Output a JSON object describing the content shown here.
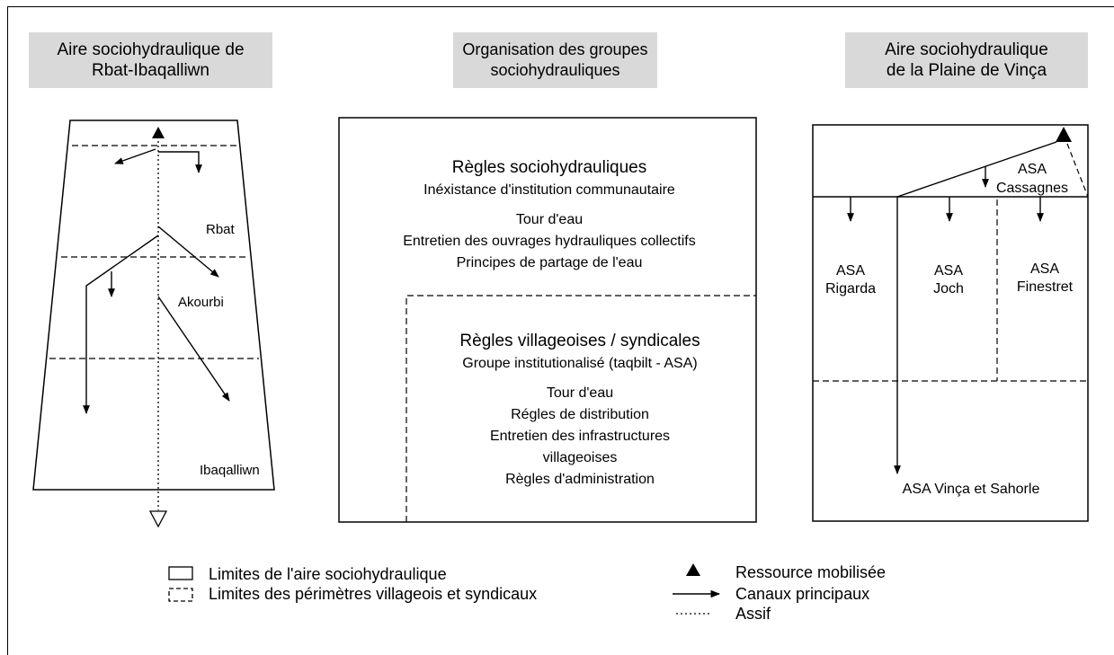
{
  "headers": {
    "left": [
      "Aire sociohydraulique de",
      "Rbat-Ibaqalliwn"
    ],
    "center": [
      "Organisation des groupes",
      "sociohydrauliques"
    ],
    "right": [
      "Aire sociohydraulique",
      "de la Plaine de Vinça"
    ]
  },
  "left_panel": {
    "labels": {
      "rbat": "Rbat",
      "akourbi": "Akourbi",
      "ibaqalliwn": "Ibaqalliwn"
    }
  },
  "center_panel": {
    "outer": {
      "title": "Règles sociohydrauliques",
      "subtitle": "Inéxistance d'institution communautaire",
      "items": [
        "Tour d'eau",
        "Entretien des ouvrages hydrauliques collectifs",
        "Principes de partage de l'eau"
      ]
    },
    "inner": {
      "title": "Règles villageoises / syndicales",
      "subtitle": "Groupe institutionalisé (taqbilt - ASA)",
      "items": [
        "Tour d'eau",
        "Régles de distribution",
        "Entretien des infrastructures",
        "villageoises",
        "Règles d'administration"
      ]
    }
  },
  "right_panel": {
    "cassagnes": [
      "ASA",
      "Cassagnes"
    ],
    "rigarda": [
      "ASA",
      "Rigarda"
    ],
    "joch": [
      "ASA",
      "Joch"
    ],
    "finestret": [
      "ASA",
      "Finestret"
    ],
    "vinca": "ASA Vinça et Sahorle"
  },
  "legend": {
    "solid_box": "Limites de l'aire sociohydraulique",
    "dashed_box": "Limites des périmètres villageois et syndicaux",
    "triangle": "Ressource mobilisée",
    "arrow": "Canaux principaux",
    "dotted": "Assif"
  }
}
